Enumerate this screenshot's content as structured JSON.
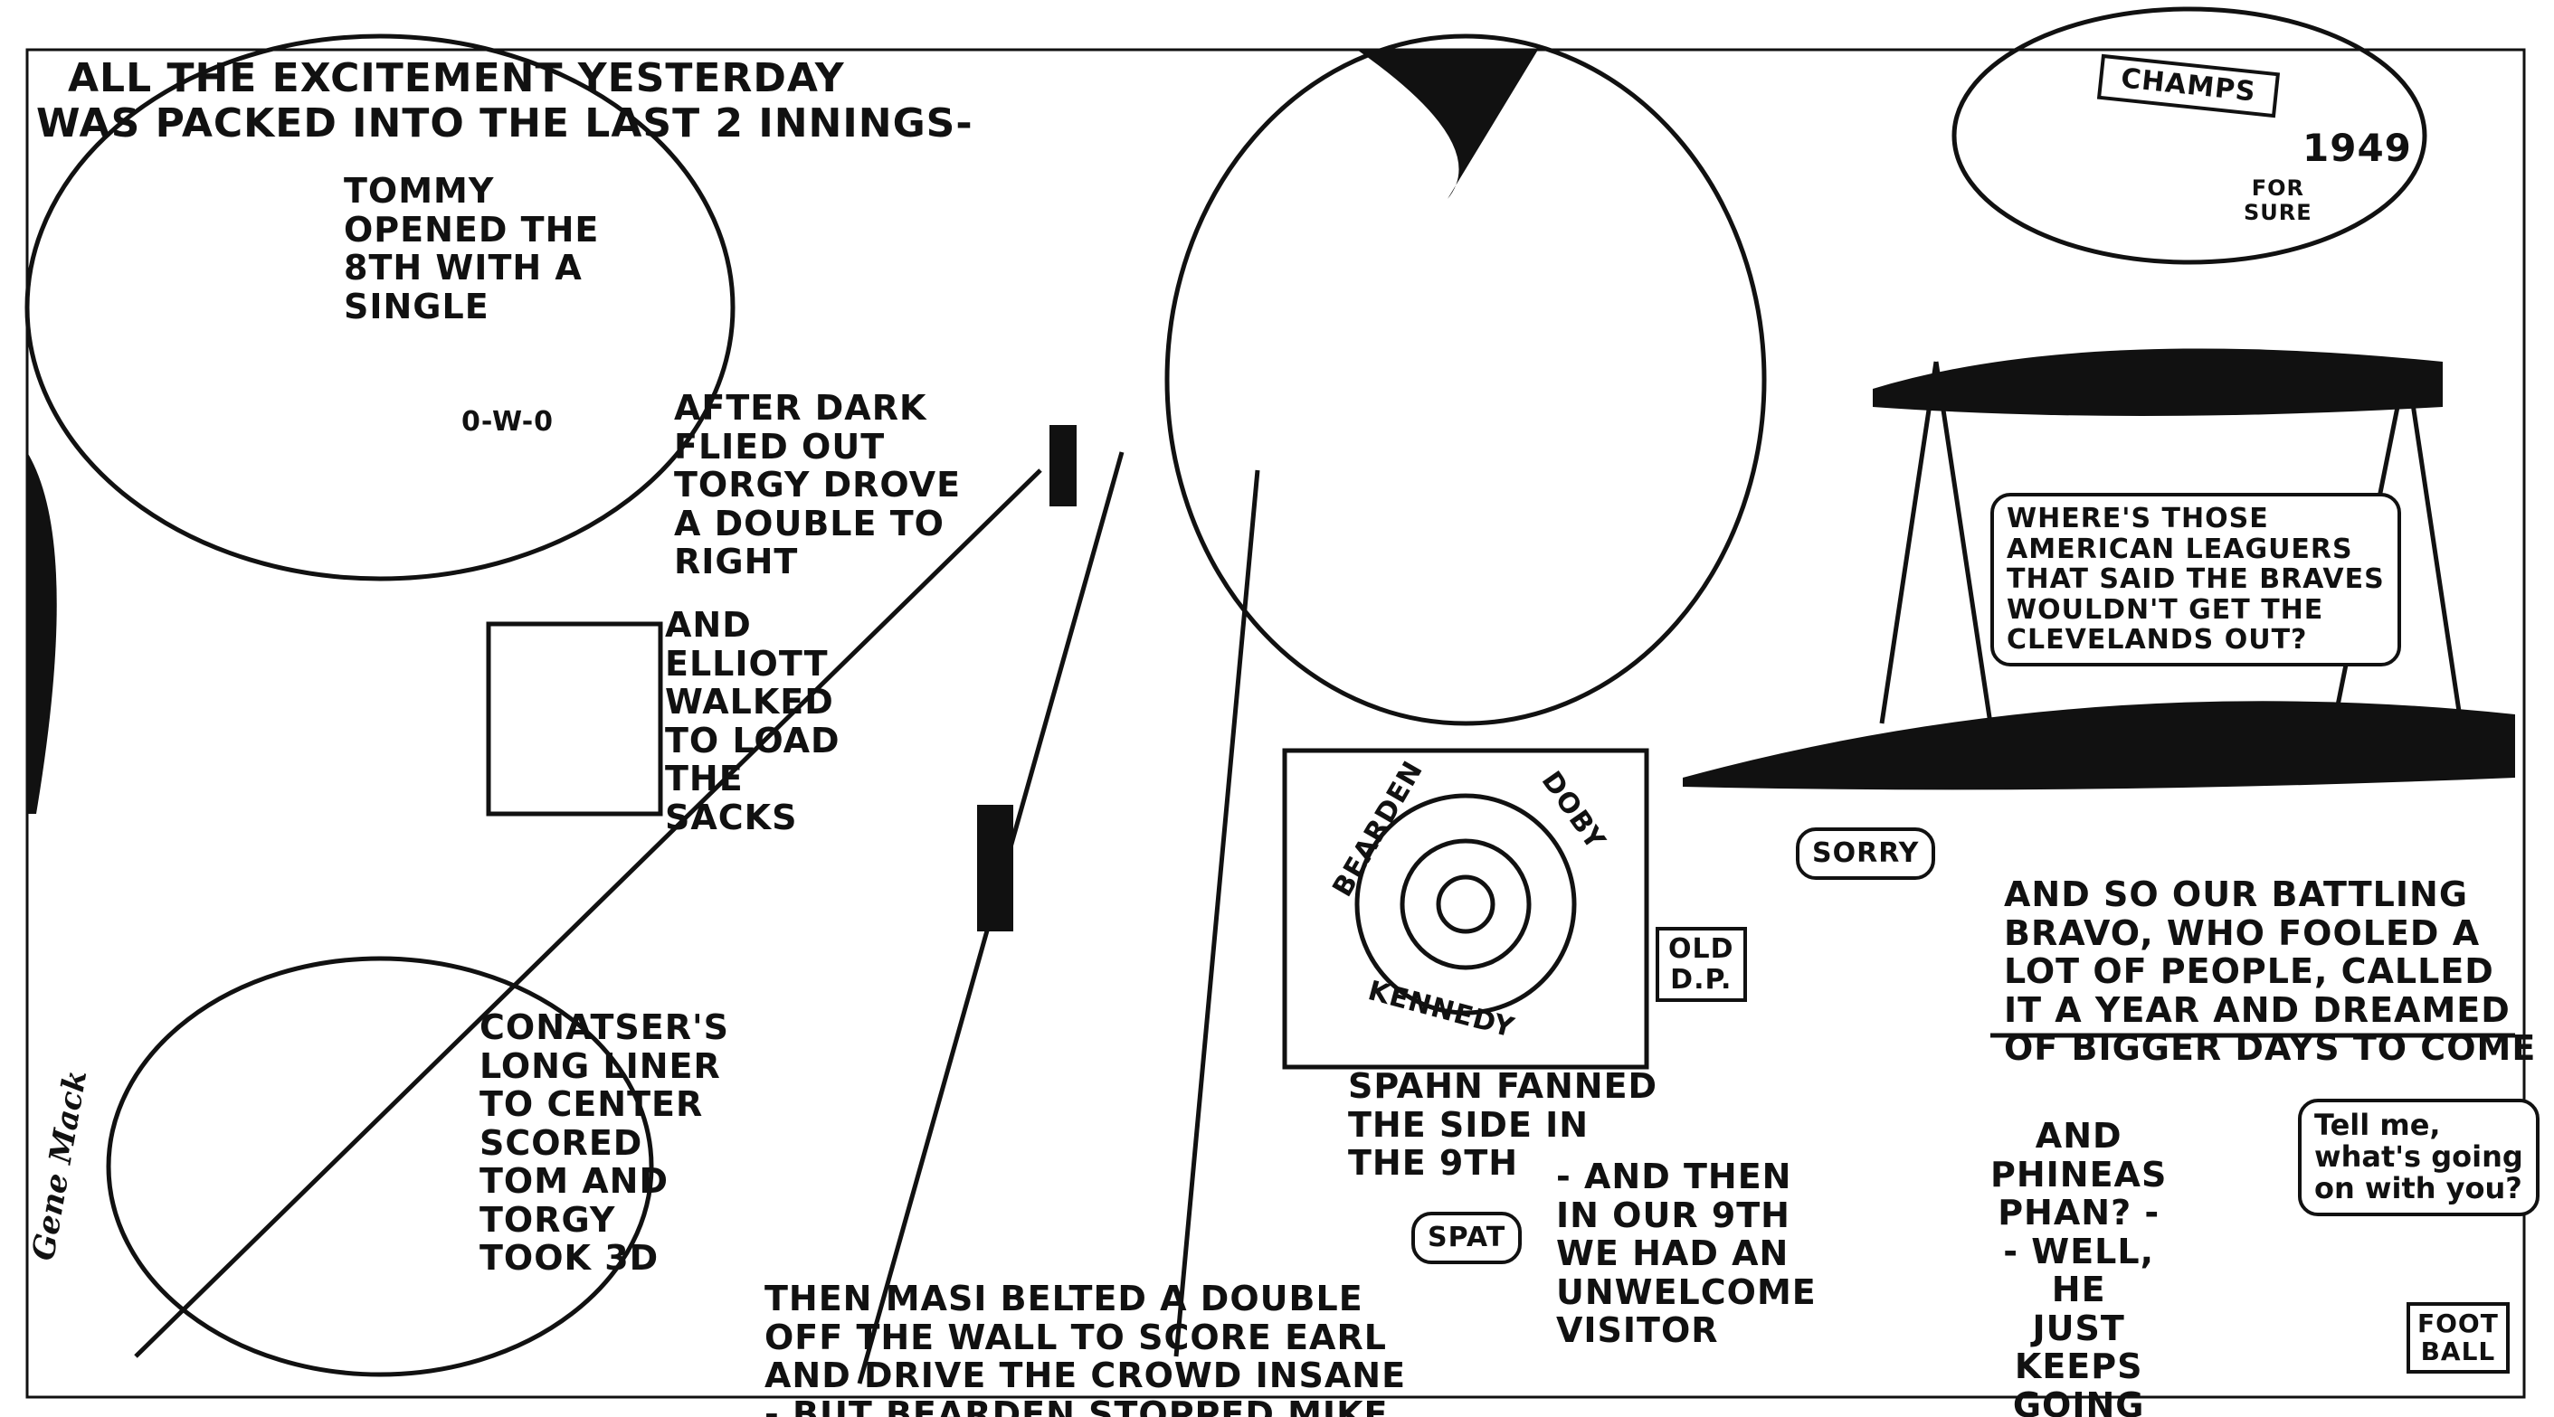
{
  "title": {
    "line1": "All the excitement yesterday",
    "line2": "was packed into the last 2 innings-"
  },
  "captions": {
    "tommy": "Tommy\nopened the\n8th with a\nsingle",
    "scoreboard": "0-W-0",
    "after_dark": "After Dark\nflied out\nTorgy drove\na double to\nright",
    "elliott": "And\nElliott\nwalked\nto load\nthe\nsacks",
    "conatser": "Conatser's\nlong liner\nto center\nscored\nTom and\nTorgy\ntook 3d",
    "masi": "Then Masi belted a double\noff the wall to score Earl\nand drive the crowd insane\n- but Bearden stopped Mike,",
    "spahn": "Spahn fanned\nthe side in\nthe 9th",
    "and_then": "- and then\nin our 9th\nwe had an\nunwelcome\nvisitor",
    "battling_bravo": "And so our battling\nBravo, who fooled a\nlot of people, called\nit a year and dreamed\nof bigger days to come",
    "phineas": "And\nPhineas\nPhan? -\n- Well,\nhe\njust\nkeeps\ngoing"
  },
  "speech": {
    "american_leaguers": "Where's those\nAmerican Leaguers\nthat said the Braves\nwouldn't get the\nClevelands out?",
    "tell_me": "Tell me,\nwhat's going\non with you?",
    "sorry": "Sorry",
    "spat": "Spat"
  },
  "labels": {
    "pennant": "Champs",
    "year": "1949",
    "for_sure": "for\nsure",
    "old_dp": "Old\nD.P.",
    "football": "Foot\nball",
    "bearden": "Bearden",
    "doby": "Doby",
    "kennedy": "Kennedy"
  },
  "signature": "Gene Mack"
}
